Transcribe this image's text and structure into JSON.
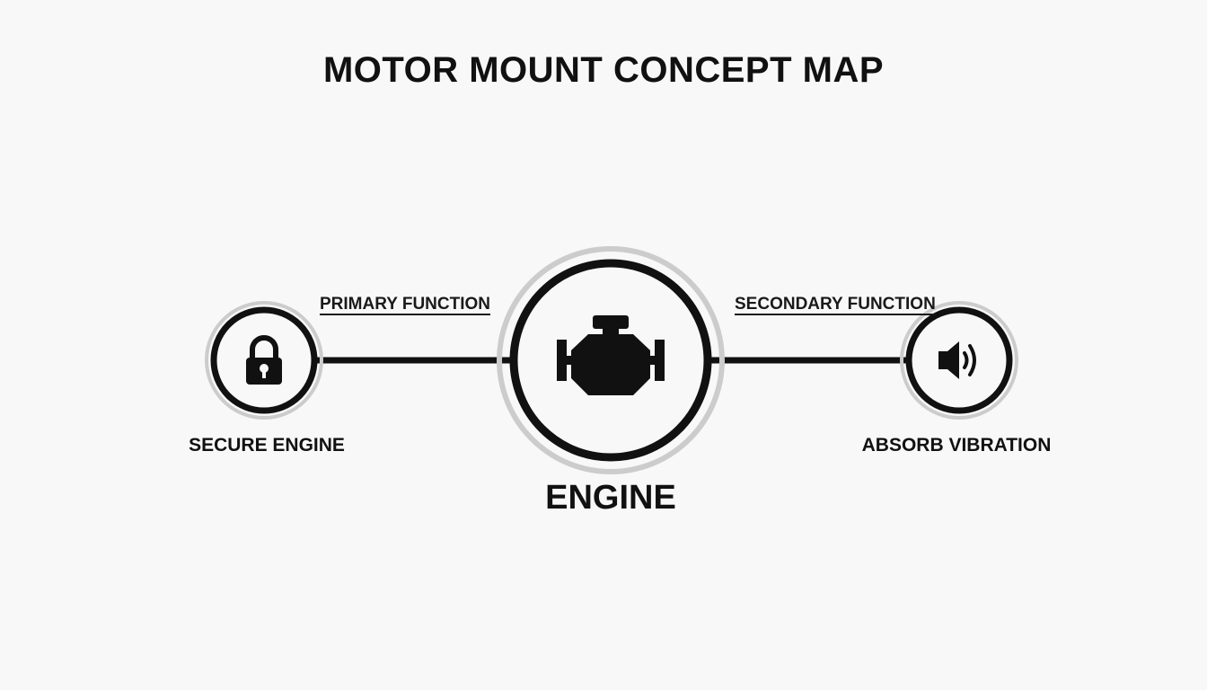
{
  "title": "MOTOR MOUNT CONCEPT MAP",
  "center_node": {
    "label": "ENGINE",
    "icon": "engine-icon"
  },
  "left_node": {
    "label": "SECURE ENGINE",
    "icon": "lock-icon",
    "edge_label": "PRIMARY FUNCTION"
  },
  "right_node": {
    "label": "ABSORB VIBRATION",
    "icon": "speaker-icon",
    "edge_label": "SECONDARY FUNCTION"
  },
  "colors": {
    "ink": "#111111",
    "halo": "#cccccc",
    "background": "#f8f8f8"
  }
}
